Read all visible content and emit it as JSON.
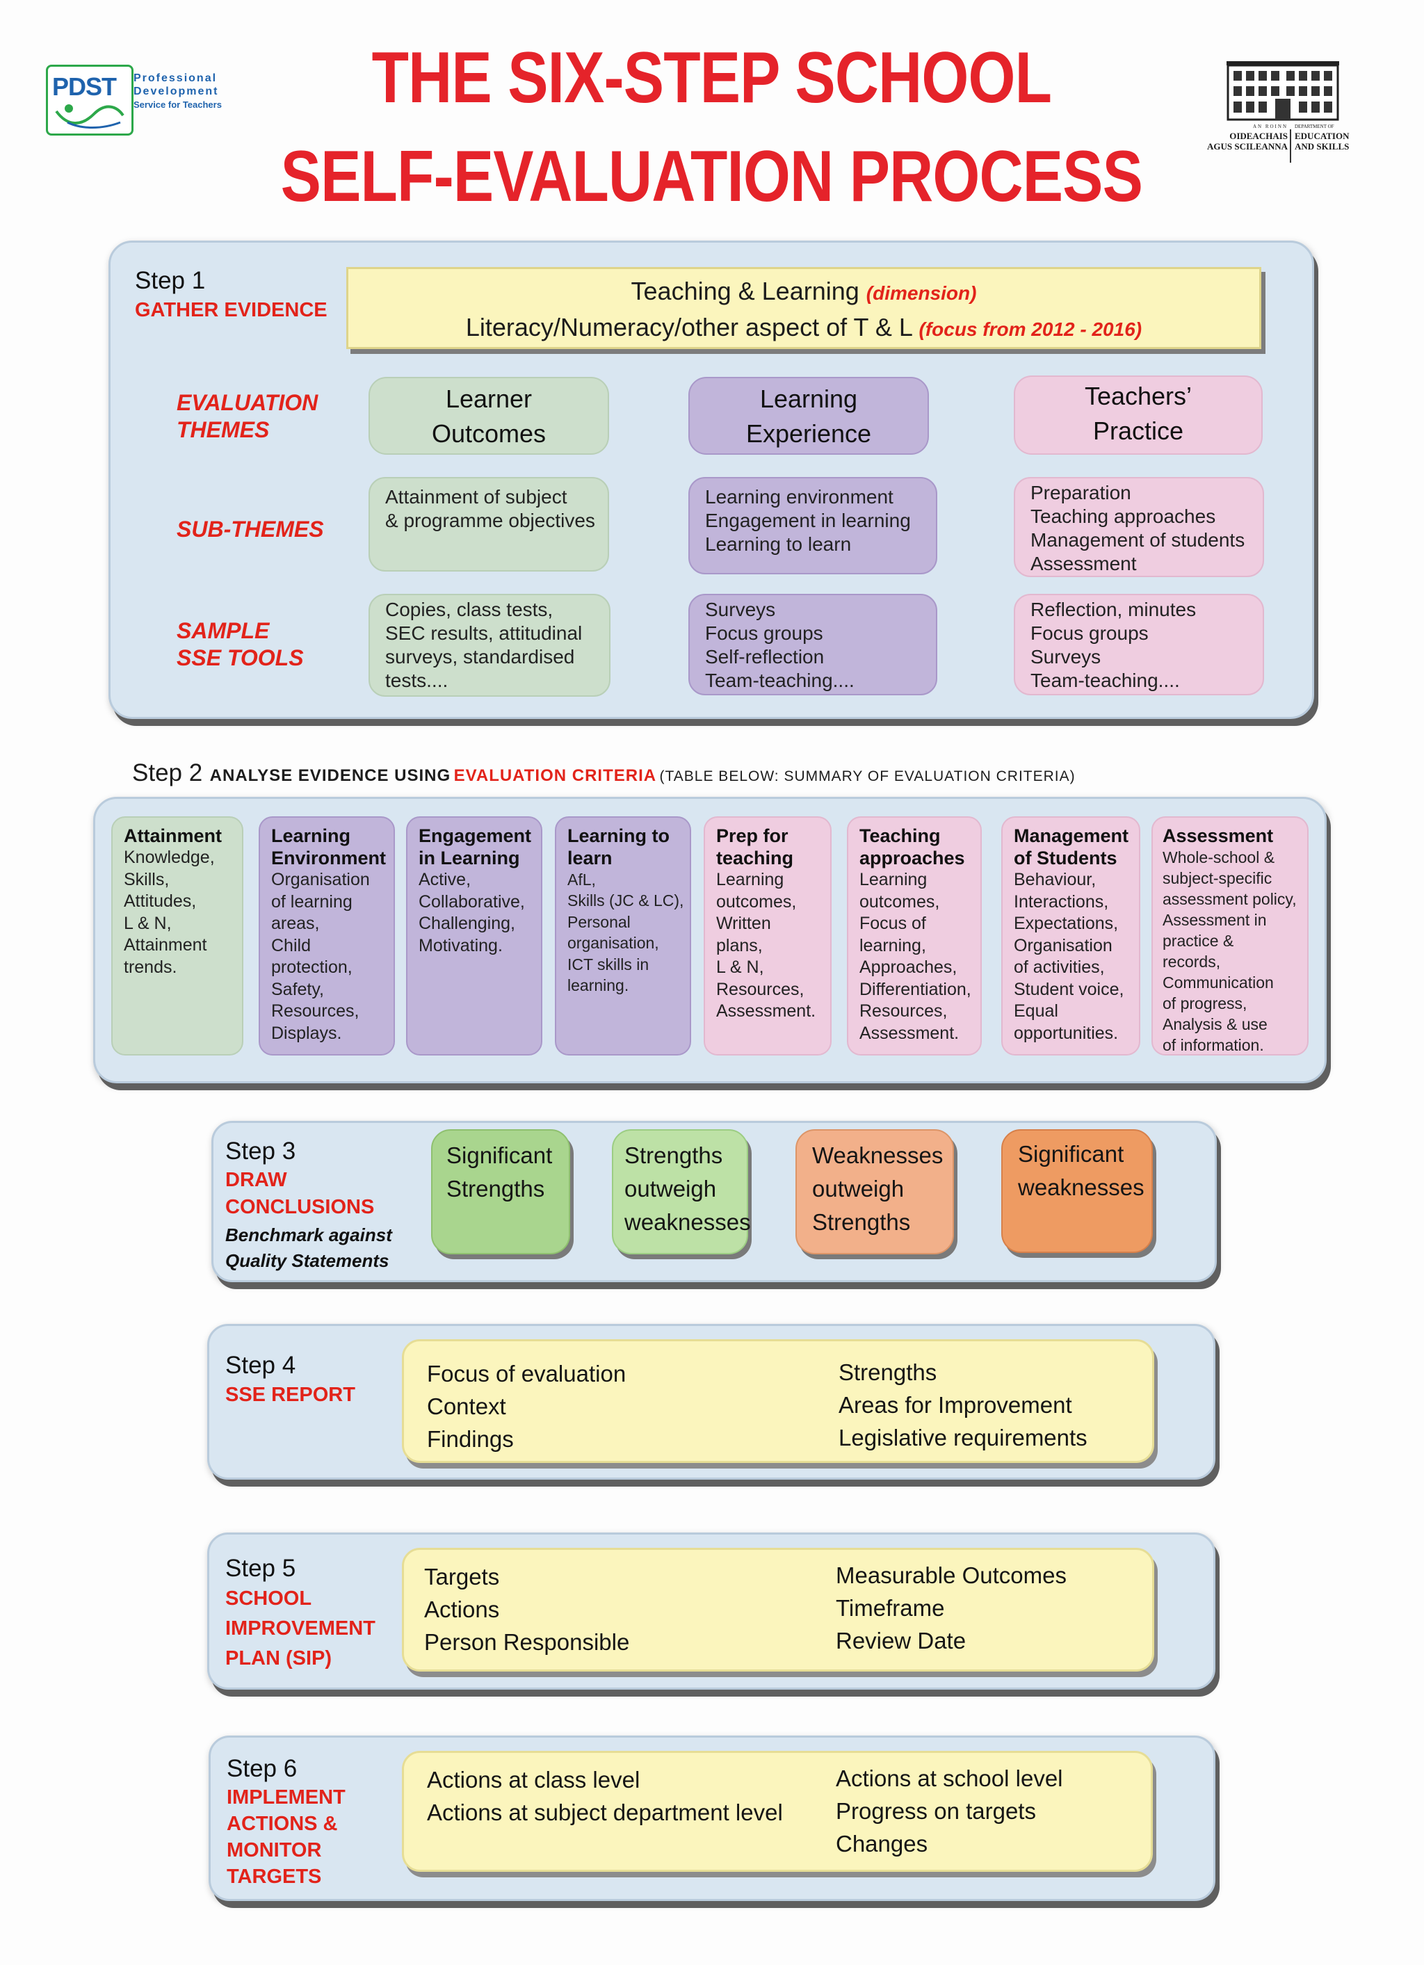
{
  "header": {
    "title_line1": "THE SIX-STEP SCHOOL",
    "title_line2": "SELF-EVALUATION PROCESS",
    "pdst_logo": {
      "letters": "PDST",
      "line1": "Professional",
      "line2": "Development",
      "line3": "Service for Teachers"
    },
    "dept_logo": {
      "small_left": "AN ROINN",
      "small_right": "DEPARTMENT OF",
      "left1": "OIDEACHAIS",
      "left2": "AGUS SCILEANNA",
      "right1": "EDUCATION",
      "right2": "AND SKILLS"
    }
  },
  "step1": {
    "label": "Step 1",
    "action": "GATHER EVIDENCE",
    "banner_line1": "Teaching & Learning",
    "banner_line1_note": "(dimension)",
    "banner_line2": "Literacy/Numeracy/other aspect of T & L",
    "banner_line2_note": "(focus from 2012 - 2016)",
    "row_labels": {
      "themes": [
        "EVALUATION",
        "THEMES"
      ],
      "subthemes": "SUB-THEMES",
      "tools": [
        "SAMPLE",
        "SSE TOOLS"
      ]
    },
    "themes": [
      {
        "line1": "Learner",
        "line2": "Outcomes"
      },
      {
        "line1": "Learning",
        "line2": "Experience"
      },
      {
        "line1": "Teachers’",
        "line2": "Practice"
      }
    ],
    "subthemes": [
      [
        "Attainment of subject",
        "& programme objectives"
      ],
      [
        "Learning environment",
        "Engagement in learning",
        "Learning to learn"
      ],
      [
        "Preparation",
        "Teaching approaches",
        "Management of students",
        "Assessment"
      ]
    ],
    "tools": [
      [
        "Copies, class tests,",
        "SEC results, attitudinal",
        "surveys, standardised",
        "tests...."
      ],
      [
        "Surveys",
        "Focus groups",
        "Self-reflection",
        "Team-teaching...."
      ],
      [
        "Reflection, minutes",
        "Focus groups",
        "Surveys",
        "Team-teaching...."
      ]
    ]
  },
  "step2": {
    "label": "Step 2",
    "text1": "ANALYSE EVIDENCE USING",
    "text2": "EVALUATION CRITERIA",
    "text3": "(TABLE BELOW: SUMMARY OF EVALUATION CRITERIA)",
    "criteria": [
      {
        "head": [
          "Attainment"
        ],
        "body": [
          "Knowledge,",
          "Skills,",
          "Attitudes,",
          "L & N,",
          "Attainment",
          "trends."
        ]
      },
      {
        "head": [
          "Learning",
          "Environment"
        ],
        "body": [
          "Organisation",
          "of learning",
          "areas,",
          "Child",
          "protection,",
          "Safety,",
          "Resources,",
          "Displays."
        ]
      },
      {
        "head": [
          "Engagement",
          "in Learning"
        ],
        "body": [
          "Active,",
          "Collaborative,",
          "Challenging,",
          "Motivating."
        ]
      },
      {
        "head": [
          "Learning to",
          "learn"
        ],
        "body": [
          "AfL,",
          "Skills (JC & LC),",
          "Personal",
          "organisation,",
          "ICT skills in",
          "learning."
        ]
      },
      {
        "head": [
          "Prep for",
          "teaching"
        ],
        "body": [
          "Learning",
          "outcomes,",
          "Written",
          "plans,",
          "L & N,",
          "Resources,",
          "Assessment."
        ]
      },
      {
        "head": [
          "Teaching",
          "approaches"
        ],
        "body": [
          "Learning",
          "outcomes,",
          "Focus of",
          "learning,",
          "Approaches,",
          "Differentiation,",
          "Resources,",
          "Assessment."
        ]
      },
      {
        "head": [
          "Management",
          "of Students"
        ],
        "body": [
          "Behaviour,",
          "Interactions,",
          "Expectations,",
          "Organisation",
          "of activities,",
          "Student voice,",
          "Equal",
          "opportunities."
        ]
      },
      {
        "head": [
          "Assessment"
        ],
        "body": [
          "Whole-school &",
          "subject-specific",
          "assessment policy,",
          "Assessment in",
          "practice &",
          "records,",
          "Communication",
          "of progress,",
          "Analysis & use",
          "of information."
        ]
      }
    ]
  },
  "step3": {
    "label": "Step 3",
    "action": [
      "DRAW",
      "CONCLUSIONS"
    ],
    "note": [
      "Benchmark against",
      "Quality Statements"
    ],
    "tiles": [
      [
        "Significant",
        "Strengths"
      ],
      [
        "Strengths",
        "outweigh",
        "weaknesses"
      ],
      [
        "Weaknesses",
        "outweigh",
        "Strengths"
      ],
      [
        "Significant",
        "weaknesses"
      ]
    ]
  },
  "step4": {
    "label": "Step 4",
    "action": "SSE REPORT",
    "left": [
      "Focus of evaluation",
      "Context",
      "Findings"
    ],
    "right": [
      "Strengths",
      "Areas for Improvement",
      "Legislative requirements"
    ]
  },
  "step5": {
    "label": "Step 5",
    "action": [
      "SCHOOL",
      "IMPROVEMENT",
      "PLAN (SIP)"
    ],
    "left": [
      "Targets",
      "Actions",
      "Person Responsible"
    ],
    "right": [
      "Measurable Outcomes",
      "Timeframe",
      "Review Date"
    ]
  },
  "step6": {
    "label": "Step 6",
    "action": [
      "IMPLEMENT",
      "ACTIONS &",
      "MONITOR",
      "TARGETS"
    ],
    "left": [
      "Actions at class level",
      "Actions at subject department level"
    ],
    "right": [
      "Actions at school level",
      "Progress on targets",
      "Changes"
    ]
  },
  "colors": {
    "title_red": "#e5232a",
    "panel_blue": "#d9e6f1",
    "yellow": "#fbf5bd",
    "green": "#cddfcc",
    "purple": "#c1b5da",
    "pink": "#efcde0"
  }
}
